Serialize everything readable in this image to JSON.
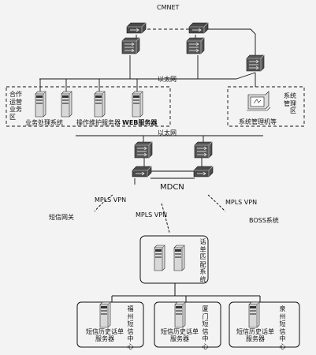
{
  "top_network": "CMNET",
  "ethernet_1": "以太网",
  "ethernet_2": "以太网",
  "coop_zone": [
    "合作",
    "运营",
    "业务",
    "区"
  ],
  "business_system": "业务处理系统",
  "ops_server": "操作维护服务器",
  "web_server": "WEB服务器",
  "system_mgmt_zone": [
    "系统",
    "管理",
    "区"
  ],
  "system_mgmt_machine": "系统管理机等",
  "core_network": "MDCN",
  "mpls_left": "MPLS VPN",
  "mpls_center": "MPLS VPN",
  "mpls_right": "MPLS VPN",
  "sms_gateway": "短信网关",
  "boss_system": "BOSS系统",
  "billing_system": [
    "话",
    "单",
    "匹",
    "配",
    "系",
    "统"
  ],
  "centers": [
    {
      "name_vertical": [
        "福",
        "州",
        "短",
        "信",
        "中",
        "心"
      ],
      "server_label": [
        "短信历史话单",
        "服务器"
      ]
    },
    {
      "name_vertical": [
        "厦",
        "门",
        "短",
        "信",
        "中",
        "心"
      ],
      "server_label": [
        "短信历史话单",
        "服务器"
      ]
    },
    {
      "name_vertical": [
        "泉",
        "州",
        "短",
        "信",
        "中",
        "心"
      ],
      "server_label": [
        "短信历史话单",
        "服务器"
      ]
    }
  ]
}
